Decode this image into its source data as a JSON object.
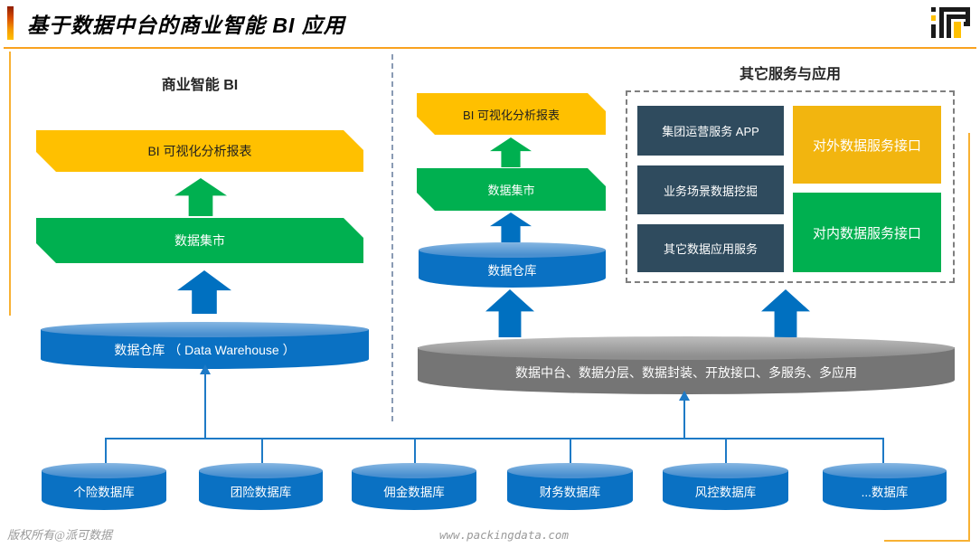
{
  "header": {
    "title": "基于数据中台的商业智能 BI 应用"
  },
  "left_section": {
    "heading": "商业智能 BI",
    "bi_banner": "BI 可视化分析报表",
    "mart_banner": "数据集市",
    "warehouse": "数据仓库 （ Data Warehouse ）"
  },
  "middle_section": {
    "bi_banner": "BI 可视化分析报表",
    "mart_banner": "数据集市",
    "warehouse": "数据仓库"
  },
  "right_section": {
    "heading": "其它服务与应用",
    "services": [
      "集团运营服务 APP",
      "业务场景数据挖掘",
      "其它数据应用服务"
    ],
    "external_api": "对外数据服务接口",
    "internal_api": "对内数据服务接口"
  },
  "platform": {
    "label": "数据中台、数据分层、数据封装、开放接口、多服务、多应用"
  },
  "databases": [
    "个险数据库",
    "团险数据库",
    "佣金数据库",
    "财务数据库",
    "风控数据库",
    "...数据库"
  ],
  "footer": {
    "copyright": "版权所有@派可数据",
    "website": "www.packingdata.com"
  },
  "colors": {
    "gold": "#FFC000",
    "green": "#00B050",
    "blue": "#0A71C3",
    "navy": "#2F4B5E",
    "gray": "#757575",
    "accent_orange": "#F8B133",
    "line_blue": "#1E7AC6"
  }
}
